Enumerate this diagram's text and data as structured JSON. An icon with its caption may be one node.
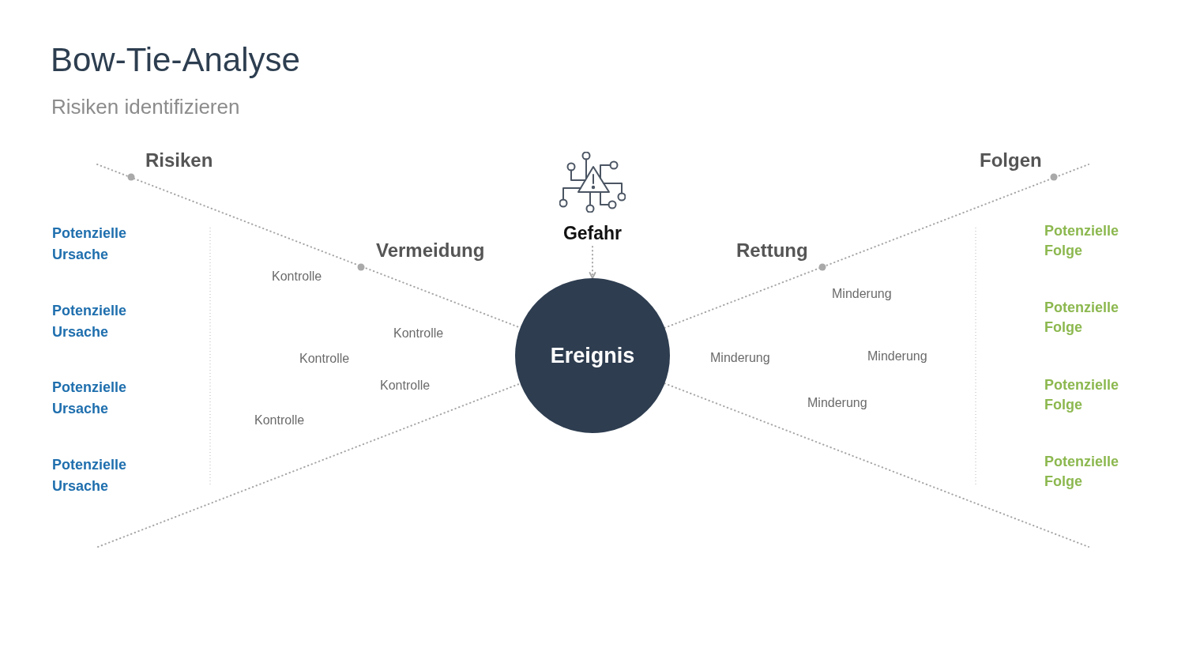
{
  "diagram": {
    "title": "Bow-Tie-Analyse",
    "nodes": [
      {
        "text": [
          "Gefahr"
        ]
      },
      {
        "text": [
          "Ereignis"
        ]
      }
    ],
    "edges": [
      {
        "from": 0,
        "to": 1,
        "arrow": "to",
        "style": "dashed"
      },
      {
        "from": null,
        "to": 1,
        "arrow": "none",
        "style": "dashed"
      },
      {
        "from": null,
        "to": 1,
        "arrow": "none",
        "style": "dashed"
      },
      {
        "from": 1,
        "to": null,
        "arrow": "none",
        "style": "dashed"
      },
      {
        "from": 1,
        "to": null,
        "arrow": "none",
        "style": "dashed"
      }
    ],
    "labels": [
      "Risiken identifizieren",
      "Risiken",
      "Folgen",
      "Vermeidung",
      "Rettung",
      "Potenzielle Ursache",
      "Potenzielle Ursache",
      "Potenzielle Ursache",
      "Potenzielle Ursache",
      "Kontrolle",
      "Kontrolle",
      "Kontrolle",
      "Kontrolle",
      "Kontrolle",
      "Minderung",
      "Minderung",
      "Minderung",
      "Minderung",
      "Potenzielle Folge",
      "Potenzielle Folge",
      "Potenzielle Folge",
      "Potenzielle Folge"
    ]
  }
}
